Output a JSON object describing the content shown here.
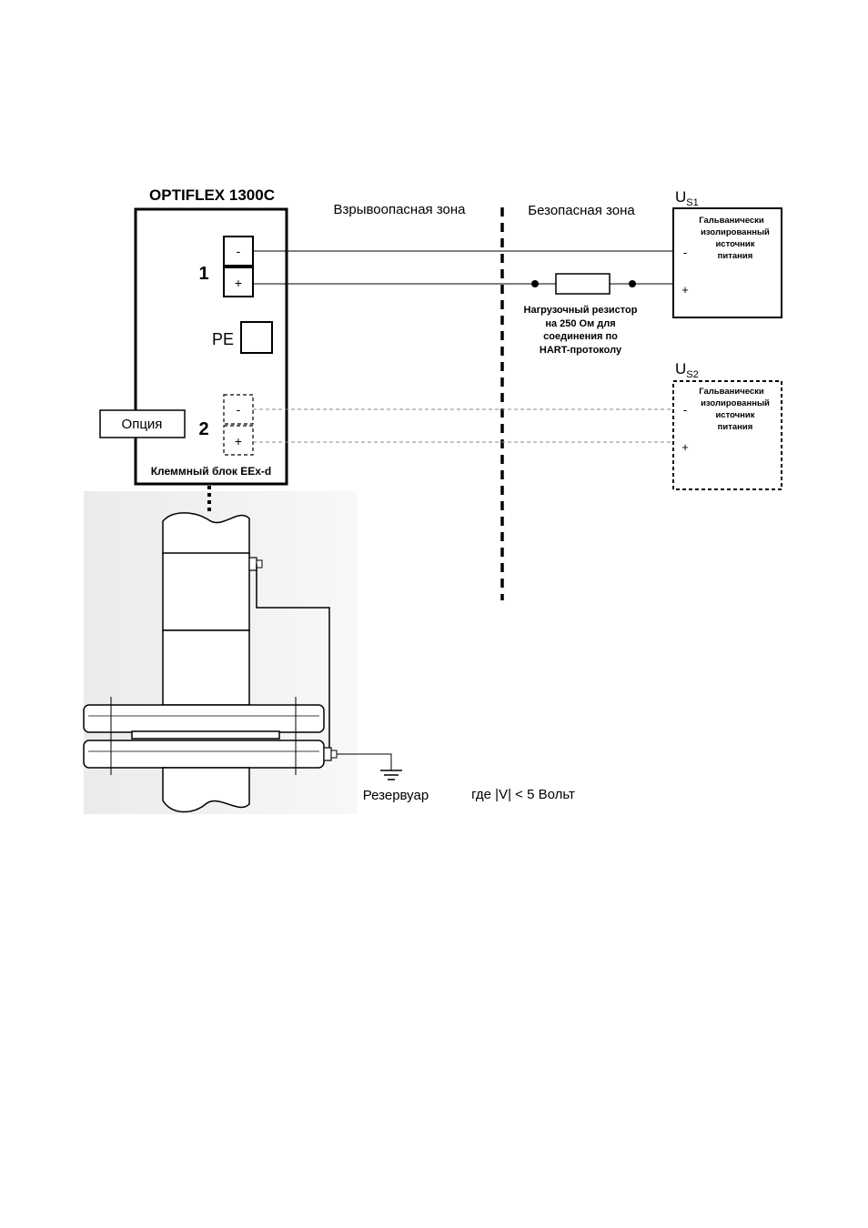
{
  "device": {
    "title": "OPTIFLEX 1300C",
    "terminal_block_label": "Клеммный блок EEx-d",
    "pe_label": "PE",
    "option_label": "Опция",
    "terminal_1": {
      "number": "1",
      "minus": "-",
      "plus": "+"
    },
    "terminal_2": {
      "number": "2",
      "minus": "-",
      "plus": "+"
    }
  },
  "zones": {
    "hazardous": "Взрывоопасная зона",
    "safe": "Безопасная зона"
  },
  "resistor": {
    "lines": [
      "Нагрузочный резистор",
      "на 250 Ом для",
      "соединения по",
      "HART-протоколу"
    ]
  },
  "supply_1": {
    "symbol": "U",
    "subscript": "S1",
    "lines": [
      "Гальванически",
      "изолированный",
      "источник",
      "питания"
    ],
    "minus": "-",
    "plus": "+"
  },
  "supply_2": {
    "symbol": "U",
    "subscript": "S2",
    "lines": [
      "Гальванически",
      "изолированный",
      "источник",
      "питания"
    ],
    "minus": "-",
    "plus": "+"
  },
  "tank": {
    "label": "Резервуар",
    "condition": "где |V| < 5 Вольт"
  },
  "colors": {
    "line": "#000000",
    "dashed_line": "#888888",
    "background": "#ffffff",
    "drawing_fill": "#f0f0f0"
  }
}
